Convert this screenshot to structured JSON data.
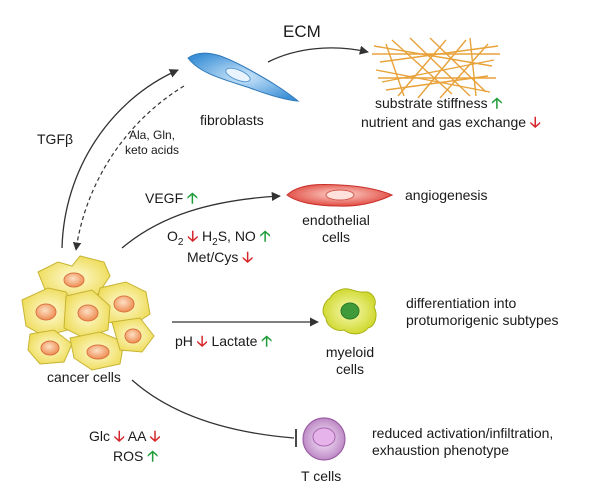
{
  "labels": {
    "ecm": "ECM",
    "fibroblasts": "fibroblasts",
    "tgfb": "TGFβ",
    "ala_gln": "Ala, Gln,",
    "keto_acids": "keto acids",
    "substrate_stiffness": "substrate stiffness",
    "nutrient_gas": "nutrient and gas exchange",
    "vegf": "VEGF",
    "angiogenesis": "angiogenesis",
    "endothelial_1": "endothelial",
    "endothelial_2": "cells",
    "o2_o": "O",
    "o2_sub": "2",
    "h2s_h": "H",
    "h2s_sub": "2",
    "h2s_rest": "S, NO",
    "met_cys": "Met/Cys",
    "cancer_cells": "cancer cells",
    "differentiation_1": "differentiation into",
    "differentiation_2": "protumorigenic subtypes",
    "ph": "pH",
    "lactate": "Lactate",
    "myeloid_1": "myeloid",
    "myeloid_2": "cells",
    "glc": "Glc",
    "aa": "AA",
    "ros": "ROS",
    "t_cells": "T cells",
    "reduced_1": "reduced activation/infiltration,",
    "reduced_2": "exhaustion phenotype"
  },
  "symbols": {
    "up": "🡡",
    "down": "🡣"
  },
  "colors": {
    "up_arrow": "#1f9d3a",
    "down_arrow": "#d6262b",
    "fibroblast": "#4f9fdc",
    "ecm_fibers": "#e8a23a",
    "endothelial": "#e8564c",
    "myeloid": "#d8e030",
    "t_cell": "#c98fd0",
    "cancer_cell": "#f1e06a",
    "cancer_nucleus": "#f4a070"
  }
}
